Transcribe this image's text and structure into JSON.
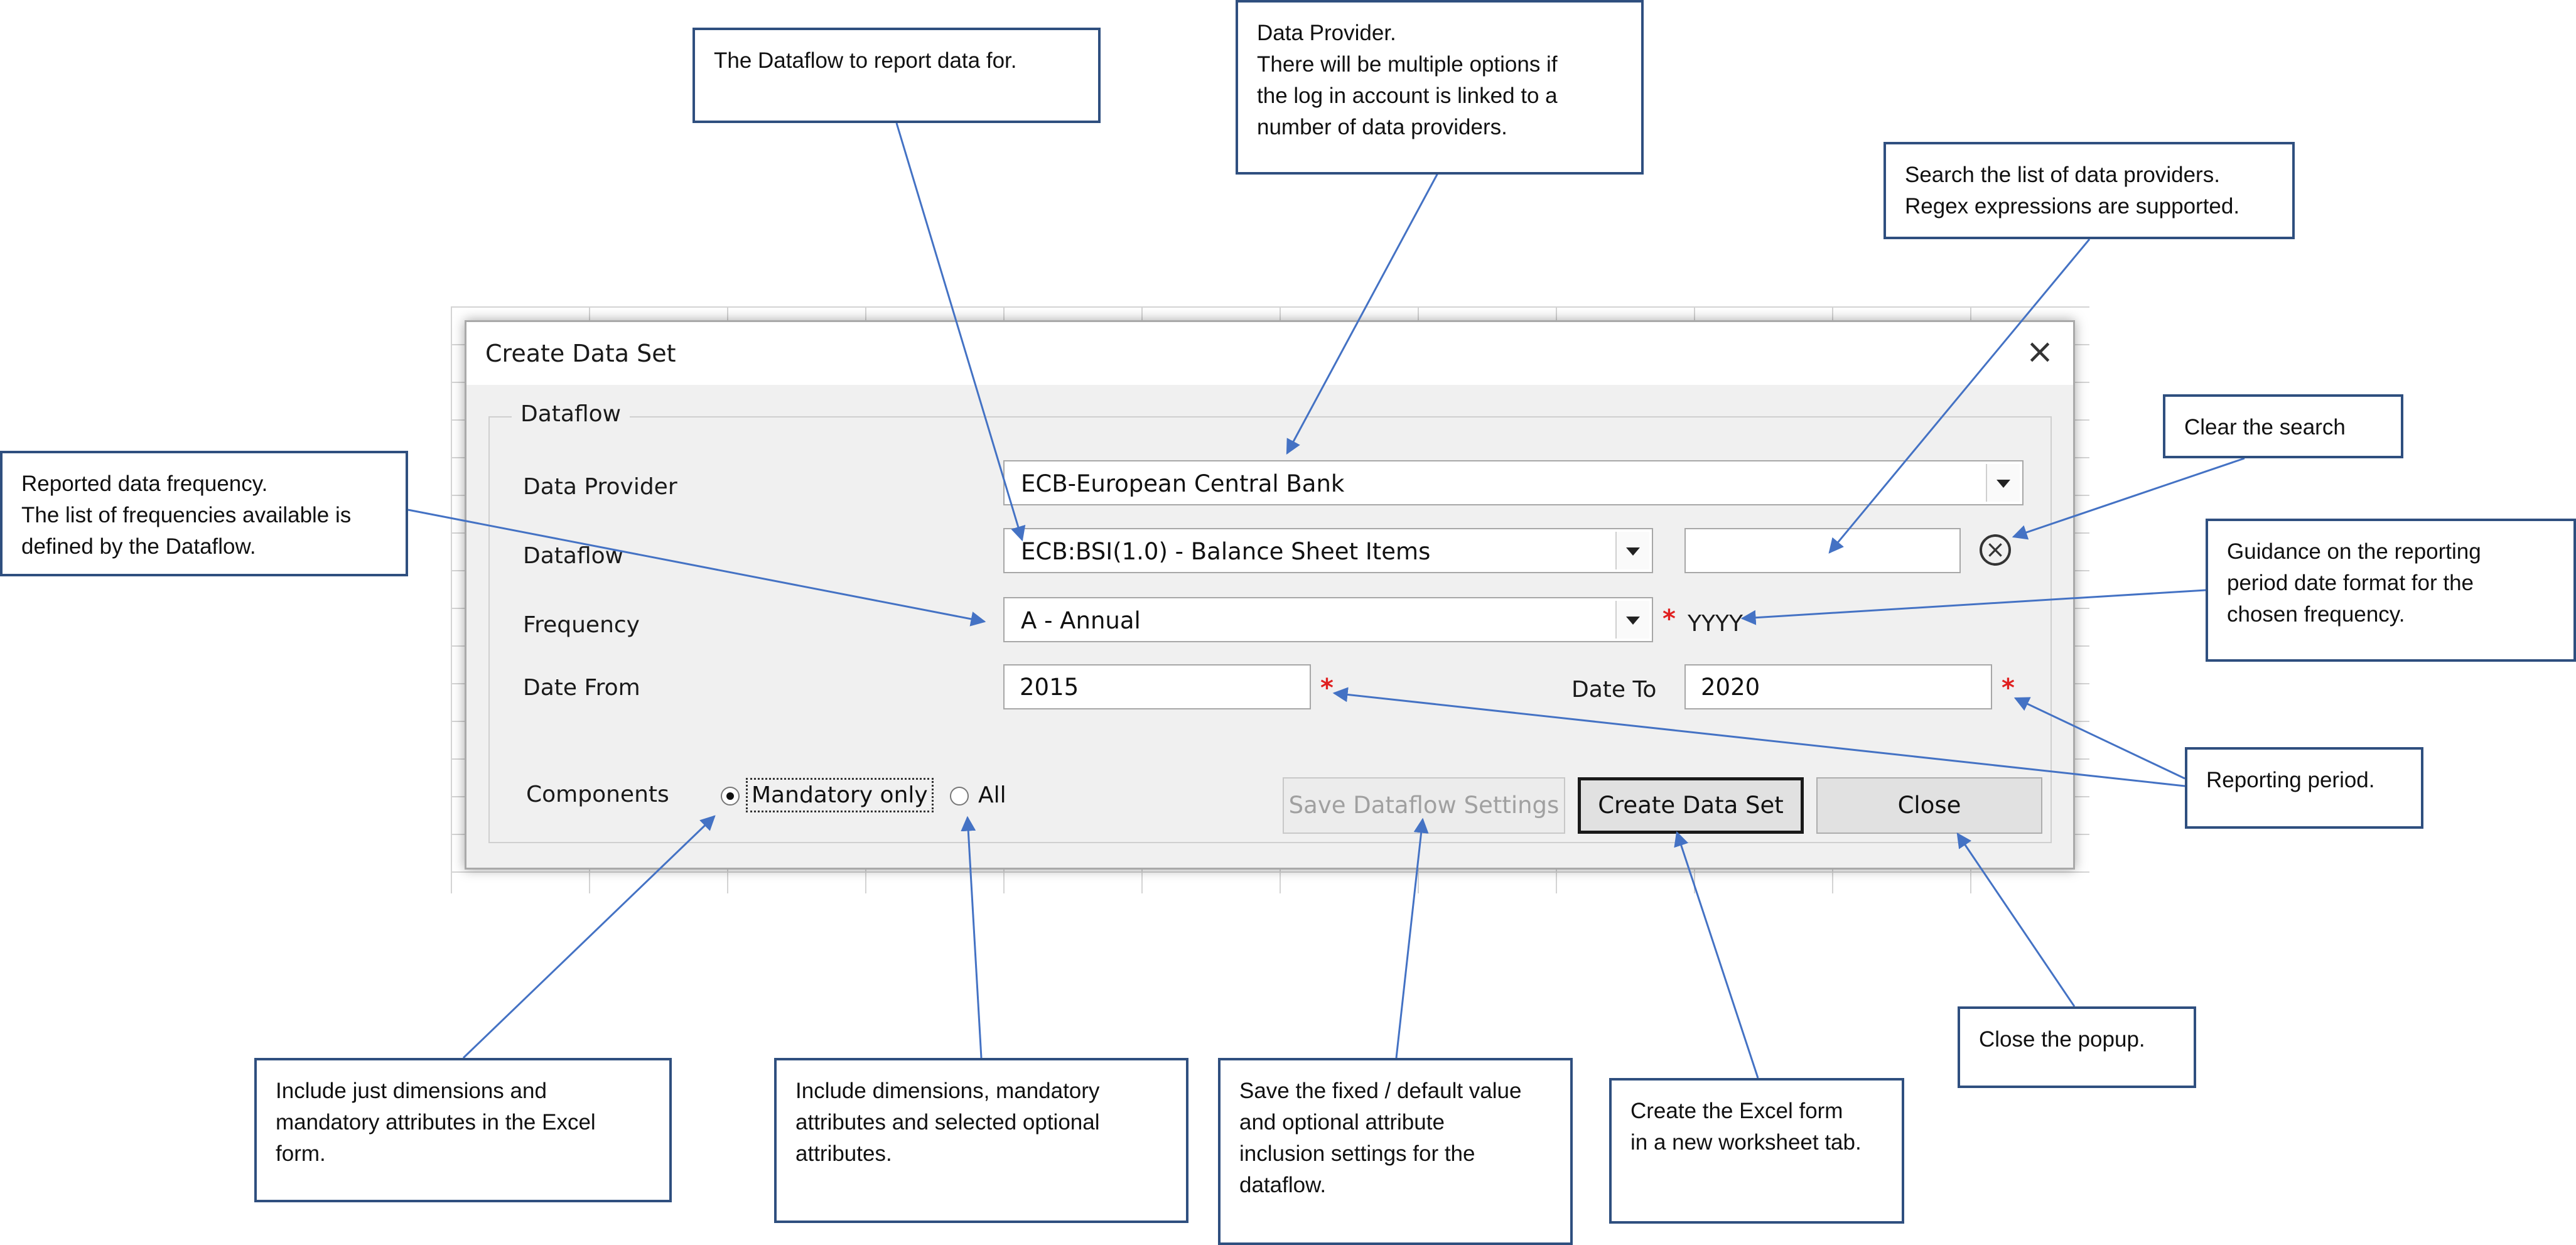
{
  "dialog": {
    "title": "Create Data Set",
    "group_label": "Dataflow",
    "labels": {
      "data_provider": "Data Provider",
      "dataflow": "Dataflow",
      "frequency": "Frequency",
      "date_from": "Date From",
      "date_to": "Date To",
      "components": "Components"
    },
    "data_provider": "ECB-European Central Bank",
    "dataflow": "ECB:BSI(1.0) - Balance Sheet Items",
    "search": "",
    "frequency": "A - Annual",
    "required_mark": "*",
    "date_format": "YYYY",
    "date_from": "2015",
    "date_to": "2020",
    "components_options": [
      "Mandatory only",
      "All"
    ],
    "components_selected": "Mandatory only",
    "buttons": {
      "save": "Save Dataflow Settings",
      "create": "Create Data Set",
      "close": "Close"
    }
  },
  "callouts": {
    "dataflow": [
      "The Dataflow to report data for."
    ],
    "data_provider": [
      "Data Provider.",
      "There will be multiple options if",
      "the log in account is linked to a",
      "number of data providers."
    ],
    "search": [
      "Search the list of data providers.",
      "Regex expressions are supported."
    ],
    "clear": [
      "Clear the search"
    ],
    "frequency": [
      "Reported data frequency.",
      "The list of frequencies available is",
      "defined by the Dataflow."
    ],
    "guidance": [
      "Guidance on the reporting",
      "period date format for the",
      "chosen frequency."
    ],
    "period": [
      "Reporting period."
    ],
    "mandatory": [
      "Include just dimensions and",
      "mandatory attributes in the Excel",
      "form."
    ],
    "all": [
      "Include dimensions, mandatory",
      "attributes and selected optional",
      "attributes."
    ],
    "save": [
      "Save the fixed / default value",
      "and optional attribute",
      "inclusion settings for the",
      "dataflow."
    ],
    "create": [
      "Create the Excel form",
      "in a new worksheet tab."
    ],
    "close": [
      "Close the popup."
    ]
  },
  "colors": {
    "arrow": "#4472c4",
    "callout_border": "#2f4f7f",
    "required": "#e02020"
  }
}
